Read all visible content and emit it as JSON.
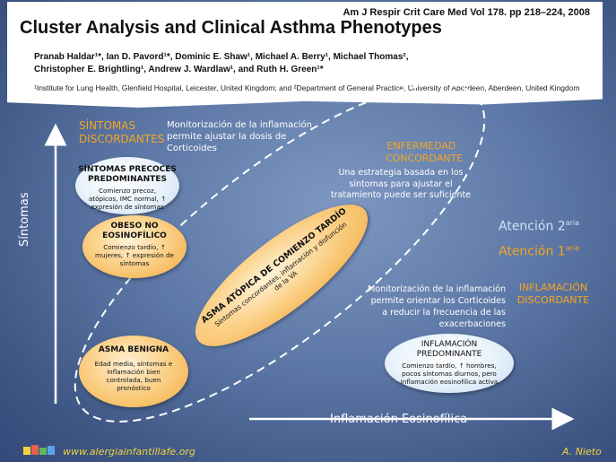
{
  "paper": {
    "journal": "Am J Respir Crit Care Med   Vol 178. pp 218–224, 2008",
    "title": "Cluster Analysis and Clinical Asthma Phenotypes",
    "authors_line1": "Pranab Haldar¹*, Ian D. Pavord¹*, Dominic E. Shaw¹, Michael A. Berry¹, Michael Thomas²,",
    "authors_line2": "Christopher E. Brightling¹, Andrew J. Wardlaw¹, and Ruth H. Green¹*",
    "affiliation": "¹Institute for Lung Health, Glenfield Hospital, Leicester, United Kingdom; and ²Department of General Practice, University of Aberdeen, Aberdeen, United Kingdom"
  },
  "axes": {
    "y_label": "Síntomas",
    "x_label": "Inflamación Eosinofílica"
  },
  "labels": {
    "sintomas_discordantes_1": "SÍNTOMAS",
    "sintomas_discordantes_2": "DISCORDANTES",
    "monitor_top_1": "Monitorización de la inflamación",
    "monitor_top_2": "permite ajustar la dosis de",
    "monitor_top_3": "Corticoides",
    "enf_concordante_1": "ENFERMEDAD",
    "enf_concordante_2": "CONCORDANTE",
    "estrategia_1": "Una estrategia basada en los",
    "estrategia_2": "síntomas  para ajustar el",
    "estrategia_3": "tratamiento puede ser suficiente",
    "atencion2": "Atención 2",
    "atencion2_sup": "aria",
    "atencion1": "Atención 1",
    "atencion1_sup": "aria",
    "infl_discordante_1": "INFLAMACIÓN",
    "infl_discordante_2": "DISCORDANTE",
    "monitor_bottom_1": "Monitorización de la inflamación",
    "monitor_bottom_2": "permite orientar los Corticoides",
    "monitor_bottom_3": "a reducir la frecuencia de las",
    "monitor_bottom_4": "exacerbaciones"
  },
  "phenotypes": {
    "precoces": {
      "title_1": "SÍNTOMAS PRECOCES",
      "title_2": "PREDOMINANTES",
      "body_1": "Comienzo precoz,",
      "body_2": "atópicos, IMC normal, ↑",
      "body_3": "expresión de síntomas"
    },
    "obeso": {
      "title_1": "OBESO NO",
      "title_2": "EOSINOFÍLICO",
      "body_1": "Comienzo tardío, ↑",
      "body_2": "mujeres, ↑ expresión de",
      "body_3": "síntomas"
    },
    "atopica": {
      "title_1": "ASMA ATÓPICA DE COMIENZO TARDÍO",
      "body_1": "Síntomas concordantes, inflamación y disfunción",
      "body_2": "de la VA"
    },
    "benigna": {
      "title_1": "ASMA BENIGNA",
      "body_1": "Edad media, síntomas e",
      "body_2": "inflamación bien",
      "body_3": "controlada, buen",
      "body_4": "pronóstico"
    },
    "inflamacion": {
      "title_1": "INFLAMACIÓN",
      "title_2": "PREDOMINANTE",
      "body_1": "Comienzo tardío, ↑ hombres,",
      "body_2": "pocos síntomas diurnos, pero",
      "body_3": "inflamación eosinofílica activa"
    }
  },
  "footer": {
    "url": "www.alergiainfantillafe.org",
    "author": "A. Nieto",
    "logo_icon": "alergia-logo-icon"
  },
  "colors": {
    "orange": "#f4a61f",
    "light_blue_text": "#cfe3f7"
  }
}
